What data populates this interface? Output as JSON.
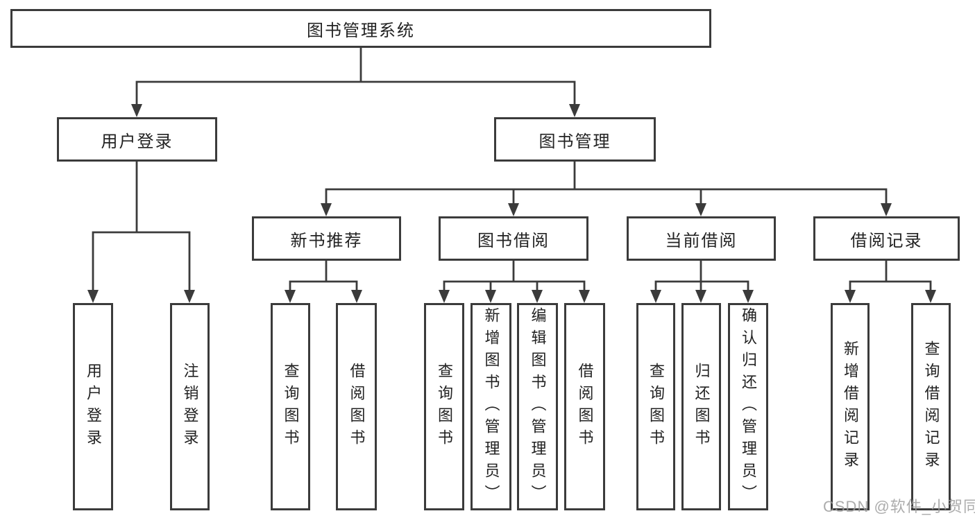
{
  "diagram": {
    "title_node": "图书管理系统",
    "level2": {
      "user_login": "用户登录",
      "book_management": "图书管理"
    },
    "level3": {
      "new_book_recommend": "新书推荐",
      "book_borrow": "图书借阅",
      "current_borrow": "当前借阅",
      "borrow_record": "借阅记录"
    },
    "leaves": {
      "login_user_login": "用户登录",
      "login_logout": "注销登录",
      "rec_query_book": "查询图书",
      "rec_borrow_book": "借阅图书",
      "bb_query_book": "查询图书",
      "bb_add_book": "新增图书（管理员）",
      "bb_edit_book": "编辑图书（管理员）",
      "bb_borrow_book": "借阅图书",
      "cb_query_book": "查询图书",
      "cb_return_book": "归还图书",
      "cb_confirm_return": "确认归还（管理员）",
      "br_add_record": "新增借阅记录",
      "br_query_record": "查询借阅记录"
    }
  },
  "watermark": "CSDN @软件_小贺同学",
  "colors": {
    "line": "#3b3b3b",
    "box_border": "#3b3b3b",
    "box_fill": "#ffffff",
    "text": "#222222",
    "watermark": "#9e9e9e",
    "background": "#ffffff"
  }
}
